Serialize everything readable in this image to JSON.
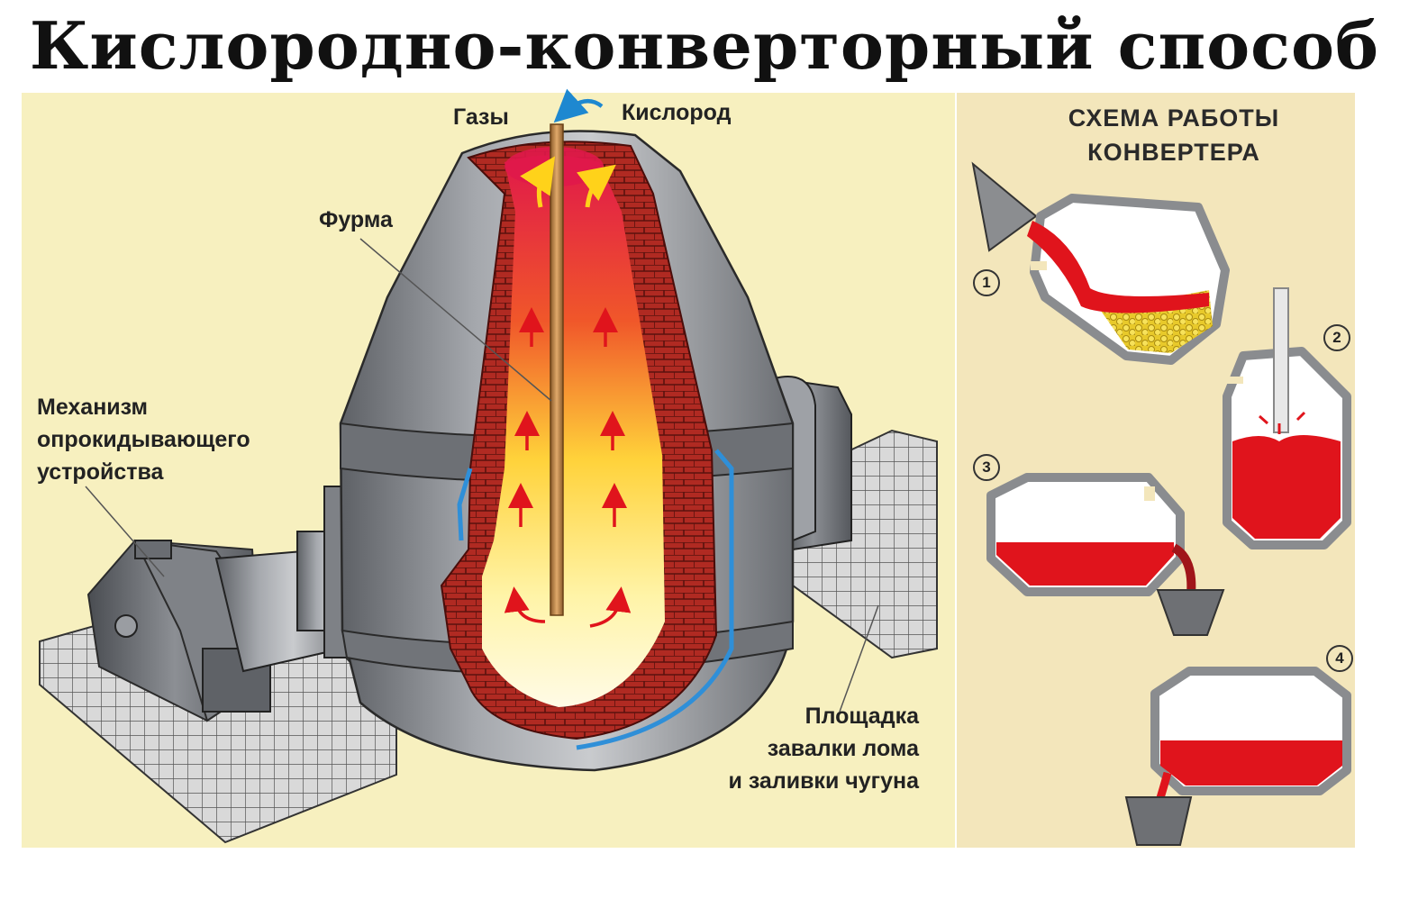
{
  "title": "Кислородно-конверторный способ",
  "labels": {
    "gases": "Газы",
    "oxygen": "Кислород",
    "lance": "Фурма",
    "mechanism_line1": "Механизм",
    "mechanism_line2": "опрокидывающего",
    "mechanism_line3": "устройства",
    "platform_line1": "Площадка",
    "platform_line2": "завалки лома",
    "platform_line3": "и заливки чугуна"
  },
  "scheme": {
    "title_line1": "СХЕМА РАБОТЫ",
    "title_line2": "КОНВЕРТЕРА",
    "steps": [
      "1",
      "2",
      "3",
      "4"
    ]
  },
  "colors": {
    "background_left": "#f7f0bf",
    "background_right": "#f3e6bb",
    "steel_gray": "#8a8d91",
    "brick_red": "#a52a2a",
    "molten_red": "#e0141c",
    "flame_yellow": "#ffe74a",
    "scrap_yellow": "#f2d63a",
    "lance_copper": "#c4884a",
    "lining_blue": "#2f8fd8"
  }
}
